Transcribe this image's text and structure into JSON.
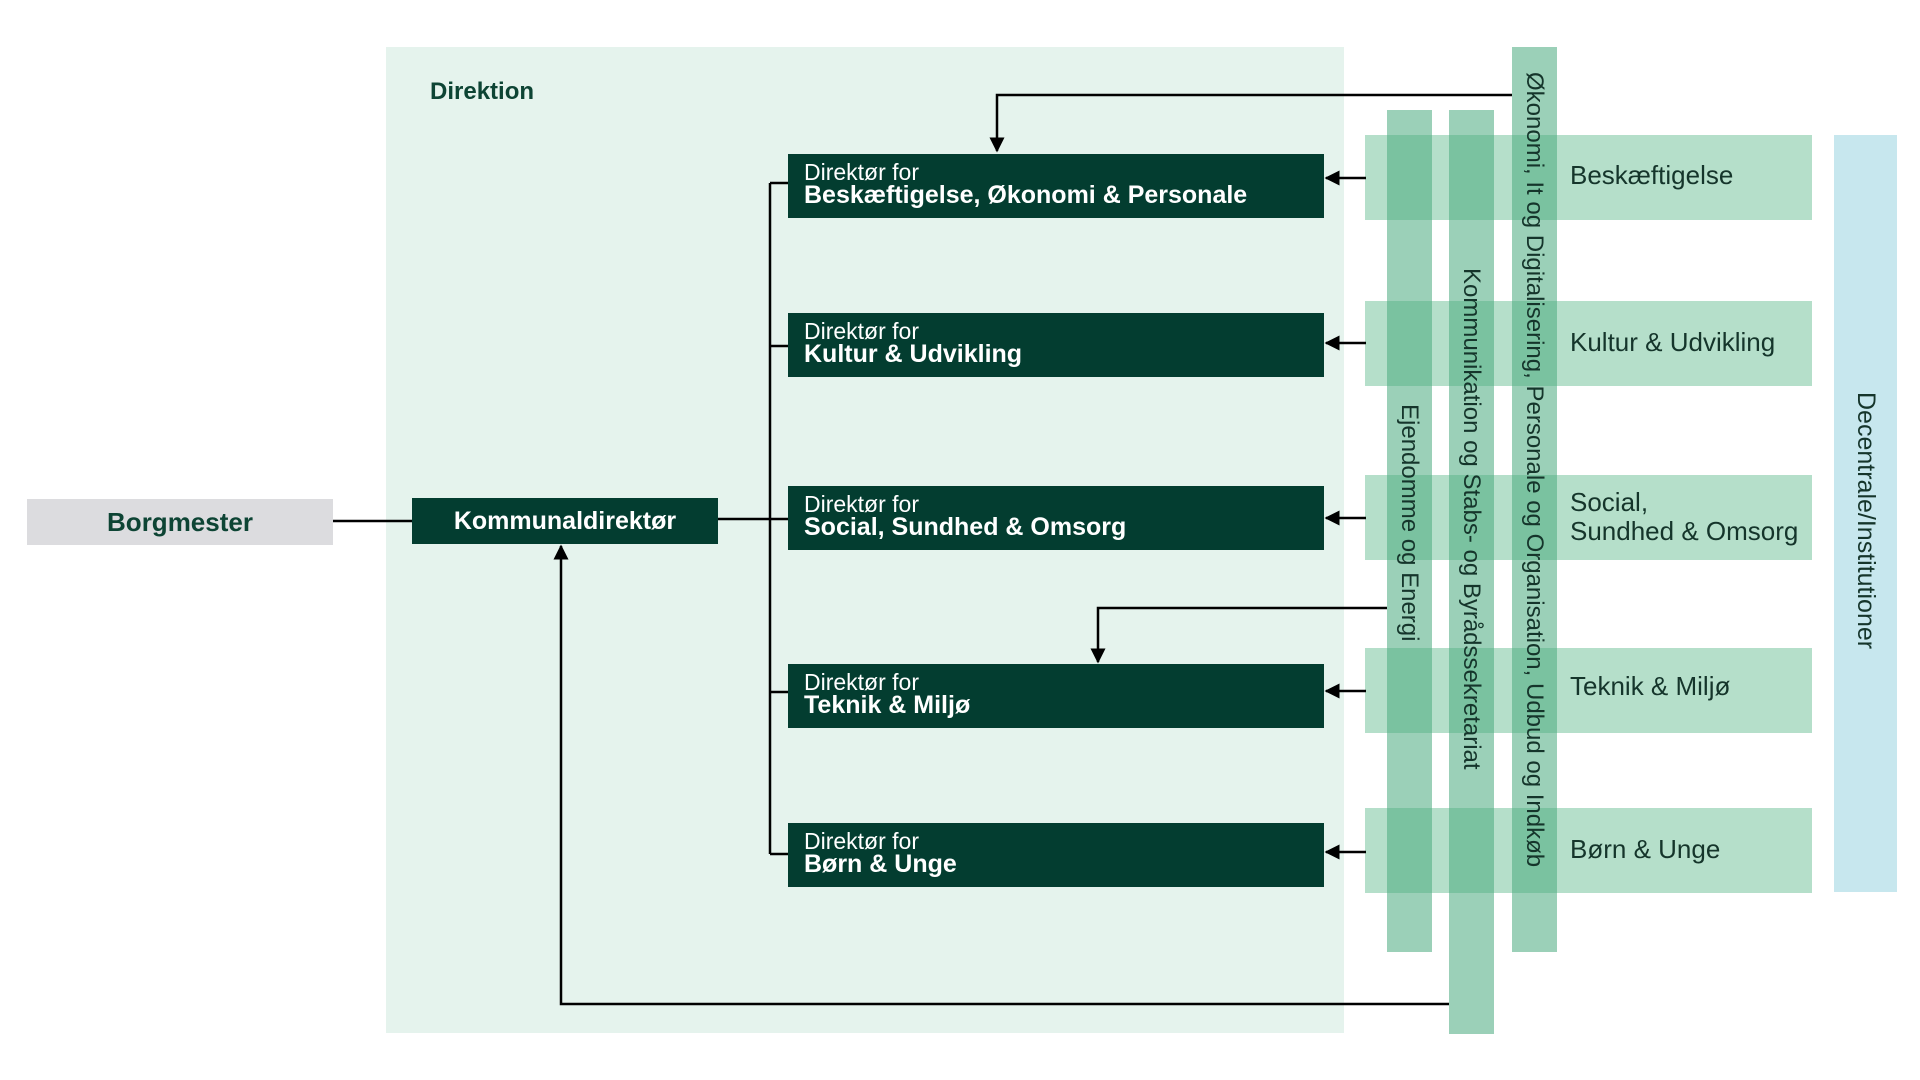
{
  "direktion": {
    "title": "Direktion"
  },
  "borgmester": {
    "label": "Borgmester"
  },
  "kommunaldirektor": {
    "label": "Kommunaldirektør"
  },
  "direktorer": [
    {
      "prefix": "Direktør for",
      "name": "Beskæftigelse, Økonomi & Personale"
    },
    {
      "prefix": "Direktør for",
      "name": "Kultur & Udvikling"
    },
    {
      "prefix": "Direktør for",
      "name": "Social, Sundhed & Omsorg"
    },
    {
      "prefix": "Direktør for",
      "name": "Teknik & Miljø"
    },
    {
      "prefix": "Direktør for",
      "name": "Børn & Unge"
    }
  ],
  "omraader": [
    {
      "line1": "Beskæftigelse",
      "line2": ""
    },
    {
      "line1": "Kultur & Udvikling",
      "line2": ""
    },
    {
      "line1": "Social,",
      "line2": "Sundhed & Omsorg"
    },
    {
      "line1": "Teknik & Miljø",
      "line2": ""
    },
    {
      "line1": "Børn & Unge",
      "line2": ""
    }
  ],
  "staber": {
    "ejendomme": "Ejendomme og Energi",
    "kommunikation": "Kommunikation og Stabs- og Byrådssekretariat",
    "oekonomi": "Økonomi, It og Digitalisering, Personale og Organisation, Udbud og Indkøb"
  },
  "decentrale": "Decentrale/Institutioner",
  "colors": {
    "dark_green": "#033d30",
    "direktion_bg": "#e5f3ed",
    "area_band": "#b5dfca",
    "stab_strip": "#48aa7d",
    "decentrale_bg": "#c7e7ee",
    "borgmester_bg": "#dcdcdf"
  }
}
